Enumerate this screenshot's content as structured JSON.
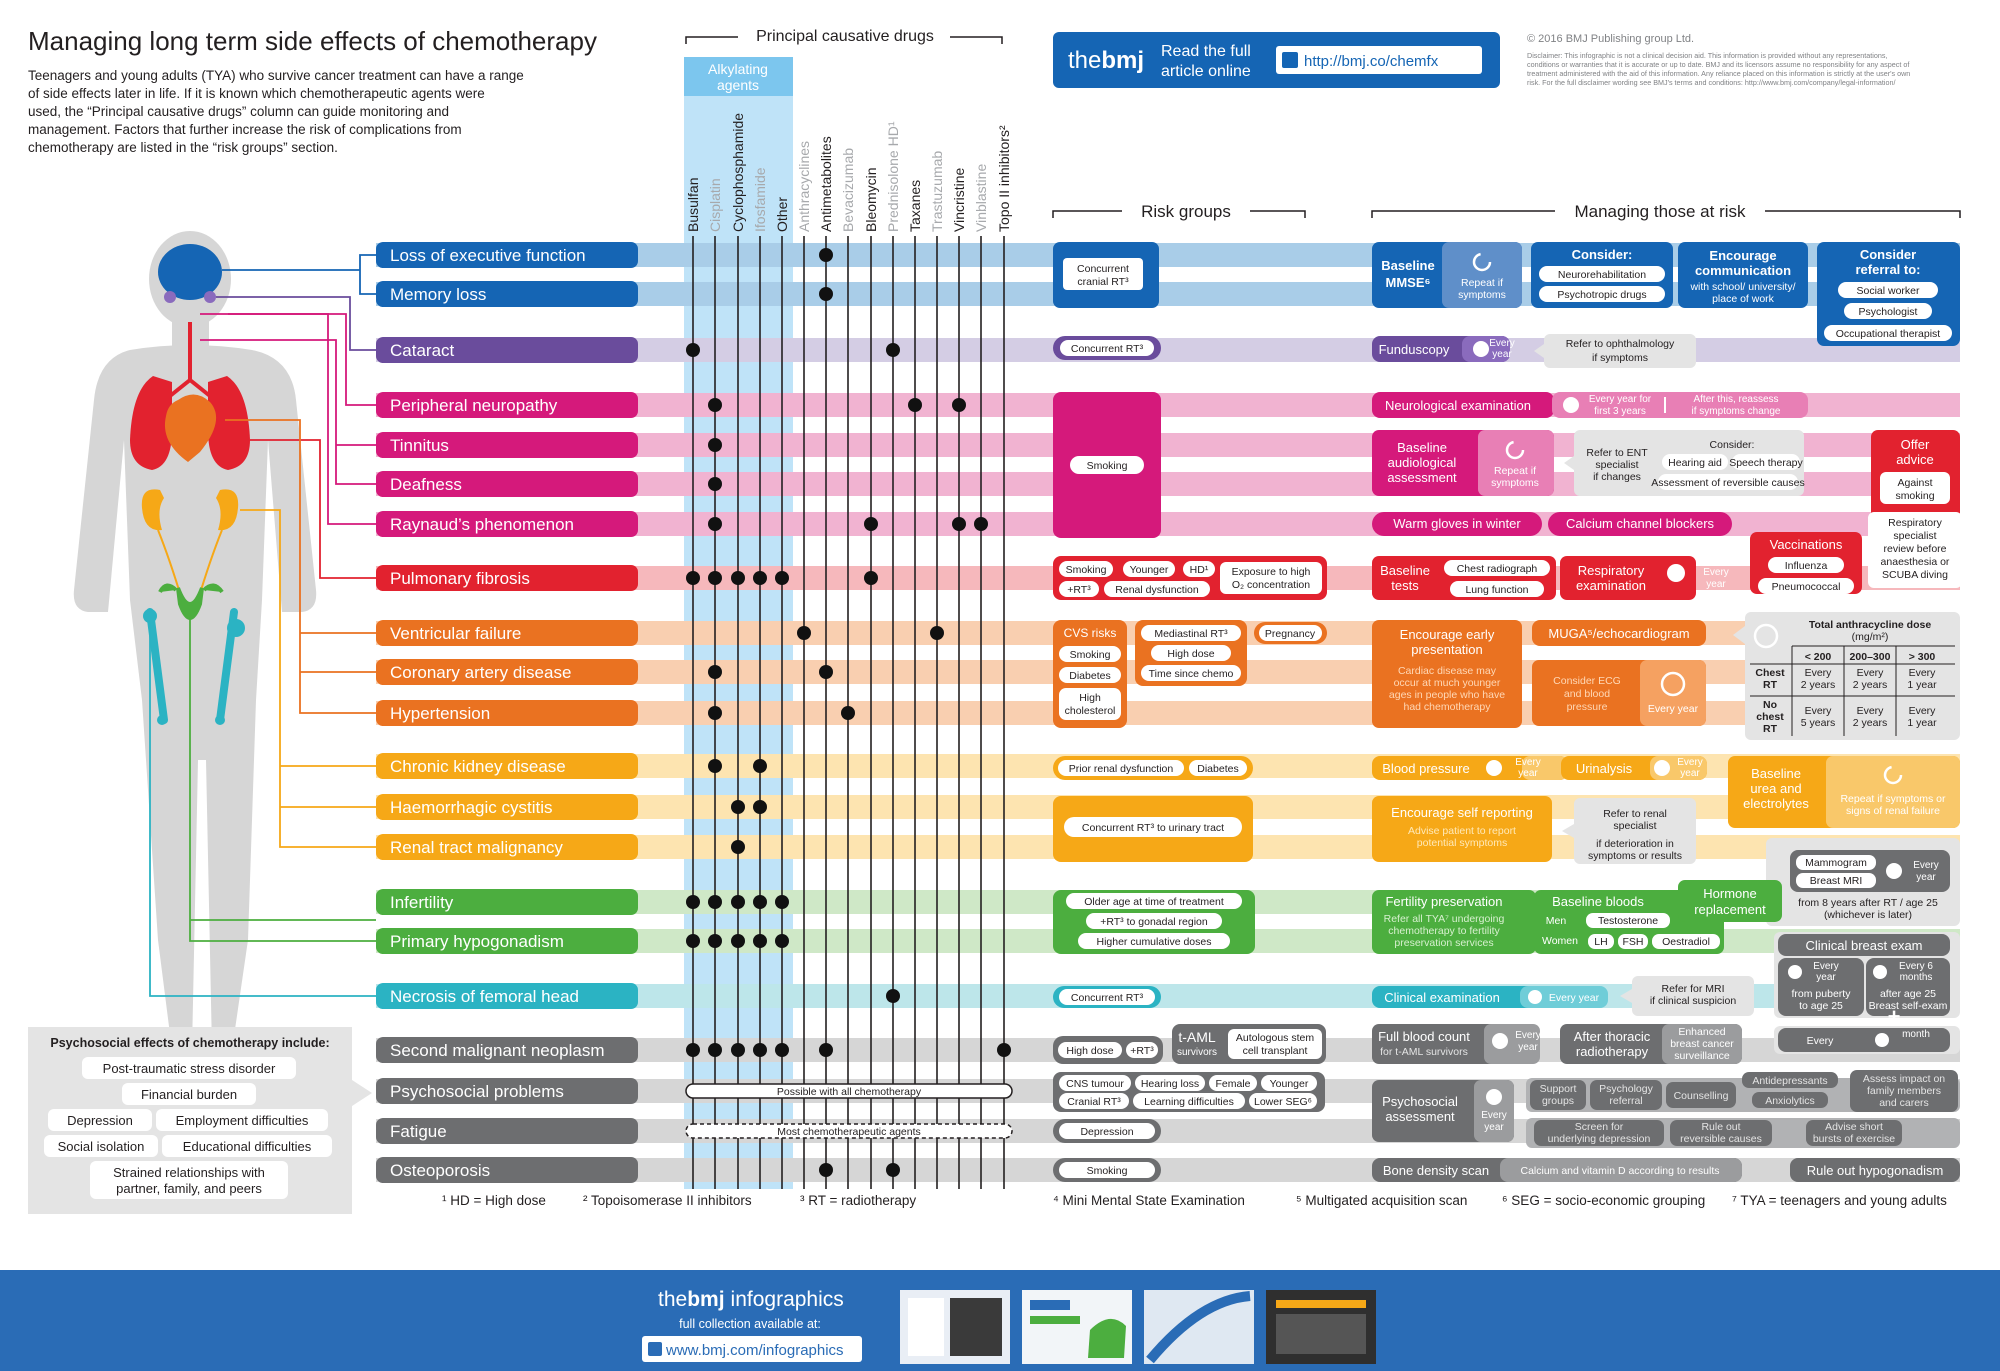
{
  "header": {
    "title": "Managing long term side effects of chemotherapy",
    "intro": [
      "Teenagers and young adults (TYA) who survive cancer treatment can have a range",
      "of side effects later in life. If it is known which chemotherapeutic agents were",
      "used, the “Principal causative drugs” column can guide monitoring and",
      "management. Factors that further increase the risk of complications from",
      "chemotherapy are listed in the “risk groups” section."
    ]
  },
  "section_titles": {
    "drugs": "Principal causative drugs",
    "alkylating": [
      "Alkylating",
      "agents"
    ],
    "risk": "Risk groups",
    "managing": "Managing those at risk"
  },
  "bmj_box": {
    "logo_the": "the",
    "logo_bmj": "bmj",
    "read1": "Read the full",
    "read2": "article online",
    "url": "http://bmj.co/chemfx"
  },
  "copyright": "© 2016 BMJ Publishing group Ltd.",
  "disclaimer": [
    "Disclaimer: This infographic is not a clinical decision aid. This information is provided without any representations,",
    "conditions or warranties that it is accurate or up to date. BMJ and its licensors assume no responsibility for any aspect of",
    "treatment administered with the aid of this information. Any reliance placed on this information is strictly at the user's own",
    "risk. For the full disclaimer wording see BMJ's terms and conditions: http://www.bmj.com/company/legal-information/"
  ],
  "colors": {
    "blue": "#1565b4",
    "purple": "#6a4c9c",
    "magenta": "#d5197b",
    "red": "#e2222f",
    "orange": "#ea7221",
    "yellow": "#f6a817",
    "green": "#4cae3f",
    "teal": "#2bb3c3",
    "grey": "#6d6e70",
    "drug_column": "#bfe3f8",
    "footer": "#2a6cb6"
  },
  "drugs": [
    {
      "name": "Busulfan",
      "muted": false
    },
    {
      "name": "Cisplatin",
      "muted": true
    },
    {
      "name": "Cyclophosphamide",
      "muted": false
    },
    {
      "name": "Ifosfamide",
      "muted": true
    },
    {
      "name": "Other",
      "muted": false
    },
    {
      "name": "Anthracyclines",
      "muted": true
    },
    {
      "name": "Antimetabolites",
      "muted": false
    },
    {
      "name": "Bevacizumab",
      "muted": true
    },
    {
      "name": "Bleomycin",
      "muted": false
    },
    {
      "name": "Prednisolone HD¹",
      "muted": true
    },
    {
      "name": "Taxanes",
      "muted": false
    },
    {
      "name": "Trastuzumab",
      "muted": true
    },
    {
      "name": "Vincristine",
      "muted": false
    },
    {
      "name": "Vinblastine",
      "muted": true
    },
    {
      "name": "Topo II inhibitors²",
      "muted": false
    }
  ],
  "effects": [
    {
      "label": "Loss of executive function",
      "color": "blue",
      "dots": [
        6
      ]
    },
    {
      "label": "Memory loss",
      "color": "blue",
      "dots": [
        6
      ]
    },
    {
      "label": "Cataract",
      "color": "purple",
      "dots": [
        0,
        9
      ]
    },
    {
      "label": "Peripheral neuropathy",
      "color": "magenta",
      "dots": [
        1,
        10,
        12
      ]
    },
    {
      "label": "Tinnitus",
      "color": "magenta",
      "dots": [
        1
      ]
    },
    {
      "label": "Deafness",
      "color": "magenta",
      "dots": [
        1
      ]
    },
    {
      "label": "Raynaud’s phenomenon",
      "color": "magenta",
      "dots": [
        1,
        8,
        12,
        13
      ]
    },
    {
      "label": "Pulmonary fibrosis",
      "color": "red",
      "dots": [
        0,
        1,
        2,
        3,
        4,
        8
      ]
    },
    {
      "label": "Ventricular failure",
      "color": "orange",
      "dots": [
        5,
        11
      ]
    },
    {
      "label": "Coronary artery disease",
      "color": "orange",
      "dots": [
        1,
        6
      ]
    },
    {
      "label": "Hypertension",
      "color": "orange",
      "dots": [
        1,
        7
      ]
    },
    {
      "label": "Chronic kidney disease",
      "color": "yellow",
      "dots": [
        1,
        3
      ]
    },
    {
      "label": "Haemorrhagic cystitis",
      "color": "yellow",
      "dots": [
        2,
        3
      ]
    },
    {
      "label": "Renal tract malignancy",
      "color": "yellow",
      "dots": [
        2
      ]
    },
    {
      "label": "Infertility",
      "color": "green",
      "dots": [
        0,
        1,
        2,
        3,
        4
      ]
    },
    {
      "label": "Primary hypogonadism",
      "color": "green",
      "dots": [
        0,
        1,
        2,
        3,
        4
      ]
    },
    {
      "label": "Necrosis of femoral head",
      "color": "teal",
      "dots": [
        9
      ]
    },
    {
      "label": "Second malignant neoplasm",
      "color": "grey",
      "dots": [
        0,
        1,
        2,
        3,
        4,
        6,
        14
      ]
    },
    {
      "label": "Psychosocial problems",
      "color": "grey",
      "dots": []
    },
    {
      "label": "Fatigue",
      "color": "grey",
      "dots": []
    },
    {
      "label": "Osteoporosis",
      "color": "grey",
      "dots": [
        6,
        9
      ]
    }
  ],
  "all_chemo": {
    "possible": "Possible with all chemotherapy",
    "most": "Most chemotherapeutic agents"
  },
  "risk_groups": {
    "cognitive": [
      "Concurrent",
      "cranial RT³"
    ],
    "cataract": "Concurrent RT³",
    "neuro": "Smoking",
    "pulmonary": [
      "Smoking",
      "Younger",
      "HD¹",
      "Exposure to high",
      "O₂ concentration",
      "+RT³",
      "Renal dysfunction"
    ],
    "cardiac": [
      "CVS risks",
      "Smoking",
      "Diabetes",
      "High",
      "cholesterol",
      "Mediastinal RT³",
      "High dose",
      "Time since chemo",
      "Pregnancy"
    ],
    "renal1": [
      "Prior renal dysfunction",
      "Diabetes"
    ],
    "renal2": "Concurrent RT³ to urinary tract",
    "fertility": [
      "Older age at time of treatment",
      "+RT³ to gonadal region",
      "Higher cumulative doses"
    ],
    "femoral": "Concurrent RT³",
    "neoplasm": [
      "High dose",
      "+RT³",
      "t-AML",
      "survivors",
      "Autologous stem",
      "cell transplant"
    ],
    "psycho": [
      "CNS tumour",
      "Hearing loss",
      "Female",
      "Younger",
      "Cranial RT³",
      "Learning difficulties",
      "Lower SEG⁶"
    ],
    "fatigue": "Depression",
    "osteo": "Smoking"
  },
  "managing": {
    "mmse": [
      "Baseline",
      "MMSE⁶",
      "Repeat if",
      "symptoms"
    ],
    "consider1": [
      "Consider:",
      "Neurorehabilitation",
      "Psychotropic drugs"
    ],
    "encourage": [
      "Encourage",
      "communication",
      "with school/ university/",
      "place of work"
    ],
    "referral": [
      "Consider",
      "referral to:",
      "Social worker",
      "Psychologist",
      "Occupational therapist"
    ],
    "fundus": [
      "Funduscopy",
      "Every",
      "year",
      "Refer to ophthalmology",
      "if symptoms"
    ],
    "neuro_exam": [
      "Neurological examination",
      "Every year for",
      "first 3 years",
      "After this, reassess",
      "if symptoms change"
    ],
    "audio": [
      "Baseline",
      "audiological",
      "assessment",
      "Repeat if",
      "symptoms",
      "Refer to ENT",
      "specialist",
      "if changes",
      "Consider:",
      "Hearing aid",
      "Speech therapy",
      "Assessment of reversible causes"
    ],
    "offer": [
      "Offer",
      "advice",
      "Against",
      "smoking",
      "Respiratory",
      "specialist",
      "review before",
      "anaesthesia or",
      "SCUBA diving"
    ],
    "raynaud": [
      "Warm gloves in winter",
      "Calcium channel blockers"
    ],
    "pulm": [
      "Baseline",
      "tests",
      "Chest radiograph",
      "Lung function",
      "Respiratory",
      "examination",
      "Every",
      "year",
      "Vaccinations",
      "Influenza",
      "Pneumococcal"
    ],
    "cardiac": [
      "Encourage early",
      "presentation",
      "Cardiac disease may",
      "occur at much younger",
      "ages in people who have",
      "had chemotherapy",
      "MUGA⁵/echocardiogram",
      "Consider ECG",
      "and blood",
      "pressure",
      "Every year"
    ],
    "anthra_table": {
      "title": [
        "Total anthracycline dose",
        "(mg/m²)"
      ],
      "columns": [
        "< 200",
        "200–300",
        "> 300"
      ],
      "rows": [
        {
          "label": [
            "Chest",
            "RT"
          ],
          "cells": [
            [
              "Every",
              "2 years"
            ],
            [
              "Every",
              "2 years"
            ],
            [
              "Every",
              "1 year"
            ]
          ]
        },
        {
          "label": [
            "No",
            "chest",
            "RT"
          ],
          "cells": [
            [
              "Every",
              "5 years"
            ],
            [
              "Every",
              "2 years"
            ],
            [
              "Every",
              "1 year"
            ]
          ]
        }
      ]
    },
    "renal": [
      "Blood pressure",
      "Every",
      "year",
      "Urinalysis",
      "Every",
      "year",
      "Baseline",
      "urea and",
      "electrolytes",
      "Repeat if symptoms or",
      "signs of renal failure"
    ],
    "self_report": [
      "Encourage self reporting",
      "Advise patient to report",
      "potential symptoms",
      "Refer to renal",
      "specialist",
      "if deterioration in",
      "symptoms or results"
    ],
    "mammo": [
      "Mammogram",
      "Breast MRI",
      "Every",
      "year",
      "from 8 years after RT / age 25",
      "(whichever is later)"
    ],
    "fertility": [
      "Fertility preservation",
      "Refer all TYA⁷ undergoing",
      "chemotherapy to fertility",
      "preservation services",
      "Baseline bloods",
      "Men",
      "Testosterone",
      "Women",
      "LH",
      "FSH",
      "Oestradiol",
      "Hormone",
      "replacement"
    ],
    "breast": [
      "Clinical breast exam",
      "Every",
      "year",
      "from puberty",
      "to age 25",
      "Every 6",
      "months",
      "after age 25",
      "Breast self-exam",
      "Every",
      "month"
    ],
    "femoral": [
      "Clinical examination",
      "Every year",
      "Refer for MRI",
      "if clinical suspicion"
    ],
    "neoplasm": [
      "Full blood count",
      "for t-AML survivors",
      "Every",
      "year",
      "After thoracic",
      "radiotherapy",
      "Enhanced",
      "breast cancer",
      "surveillance"
    ],
    "psycho": [
      "Psychosocial",
      "assessment",
      "Every",
      "year",
      "Support",
      "groups",
      "Psychology",
      "referral",
      "Counselling",
      "Antidepressants",
      "Anxiolytics",
      "Assess impact on",
      "family members",
      "and carers"
    ],
    "fatigue": [
      "Screen for",
      "underlying depression",
      "Rule out",
      "reversible causes",
      "Advise short",
      "bursts of exercise"
    ],
    "osteo": [
      "Bone density scan",
      "Calcium and vitamin D according to results",
      "Rule out hypogonadism"
    ]
  },
  "psychosocial_box": {
    "title": "Psychosocial effects of chemotherapy include:",
    "items": [
      "Post-traumatic stress disorder",
      "Financial burden",
      "Depression",
      "Employment difficulties",
      "Social isolation",
      "Educational difficulties",
      "Strained relationships with",
      "partner, family, and peers"
    ]
  },
  "footnotes": [
    "¹ HD = High dose",
    "² Topoisomerase II inhibitors",
    "³ RT = radiotherapy",
    "⁴ Mini Mental State Examination",
    "⁵ Multigated acquisition scan",
    "⁶ SEG = socio-economic grouping",
    "⁷ TYA = teenagers and young adults"
  ],
  "footer": {
    "the": "the",
    "bmj": "bmj",
    "infographics": "infographics",
    "collection": "full collection available at:",
    "url": "www.bmj.com/infographics"
  }
}
